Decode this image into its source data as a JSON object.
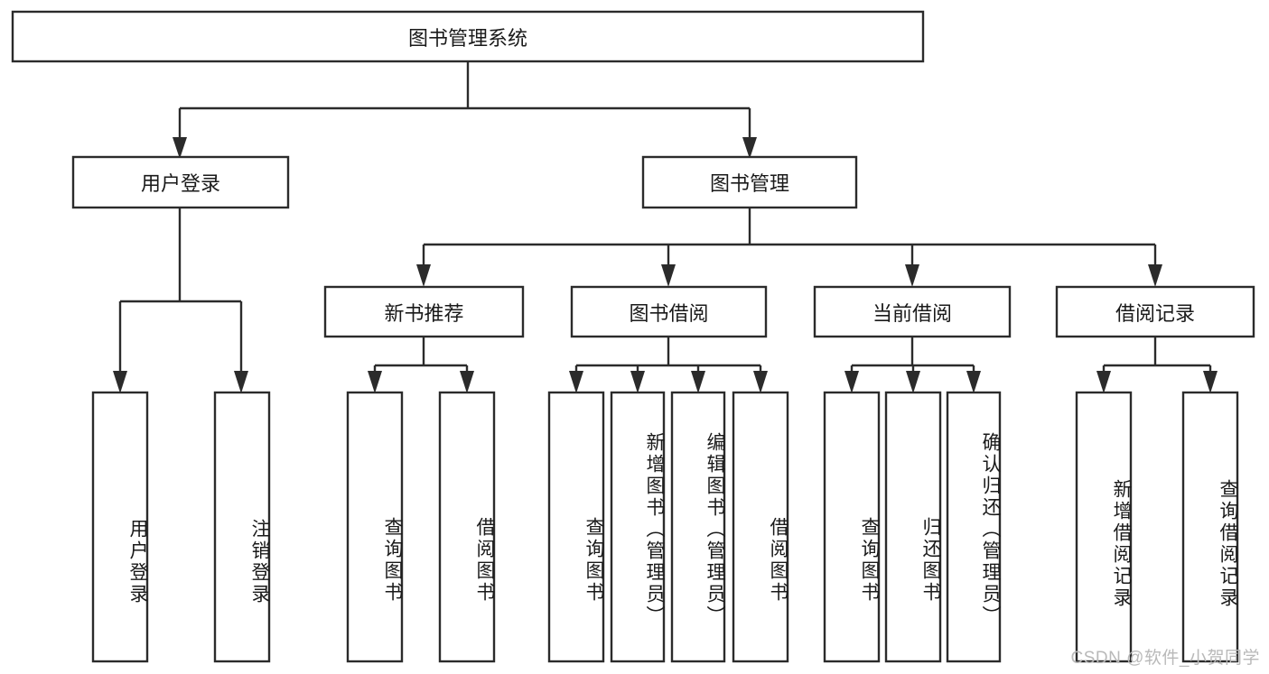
{
  "diagram": {
    "type": "hierarchy-tree",
    "title_node": {
      "label": "图书管理系统"
    },
    "level1": [
      {
        "label": "用户登录"
      },
      {
        "label": "图书管理"
      }
    ],
    "level2": [
      {
        "label": "新书推荐"
      },
      {
        "label": "图书借阅"
      },
      {
        "label": "当前借阅"
      },
      {
        "label": "借阅记录"
      }
    ],
    "leaves": {
      "user_login": [
        {
          "label": "用户登录"
        },
        {
          "label": "注销登录"
        }
      ],
      "new_book_recommend": [
        {
          "label": "查询图书"
        },
        {
          "label": "借阅图书"
        }
      ],
      "book_borrow": [
        {
          "label": "查询图书"
        },
        {
          "label": "新增图书（管理员）"
        },
        {
          "label": "编辑图书（管理员）"
        },
        {
          "label": "借阅图书"
        }
      ],
      "current_borrow": [
        {
          "label": "查询图书"
        },
        {
          "label": "归还图书"
        },
        {
          "label": "确认归还（管理员）"
        }
      ],
      "borrow_record": [
        {
          "label": "新增借阅记录"
        },
        {
          "label": "查询借阅记录"
        }
      ]
    },
    "colors": {
      "box_stroke": "#2b2b2b",
      "box_fill": "#ffffff",
      "text": "#1a1a1a",
      "background": "#ffffff",
      "watermark": "#b9b9b9"
    }
  },
  "watermark": {
    "text": "CSDN @软件_小贺同学"
  }
}
